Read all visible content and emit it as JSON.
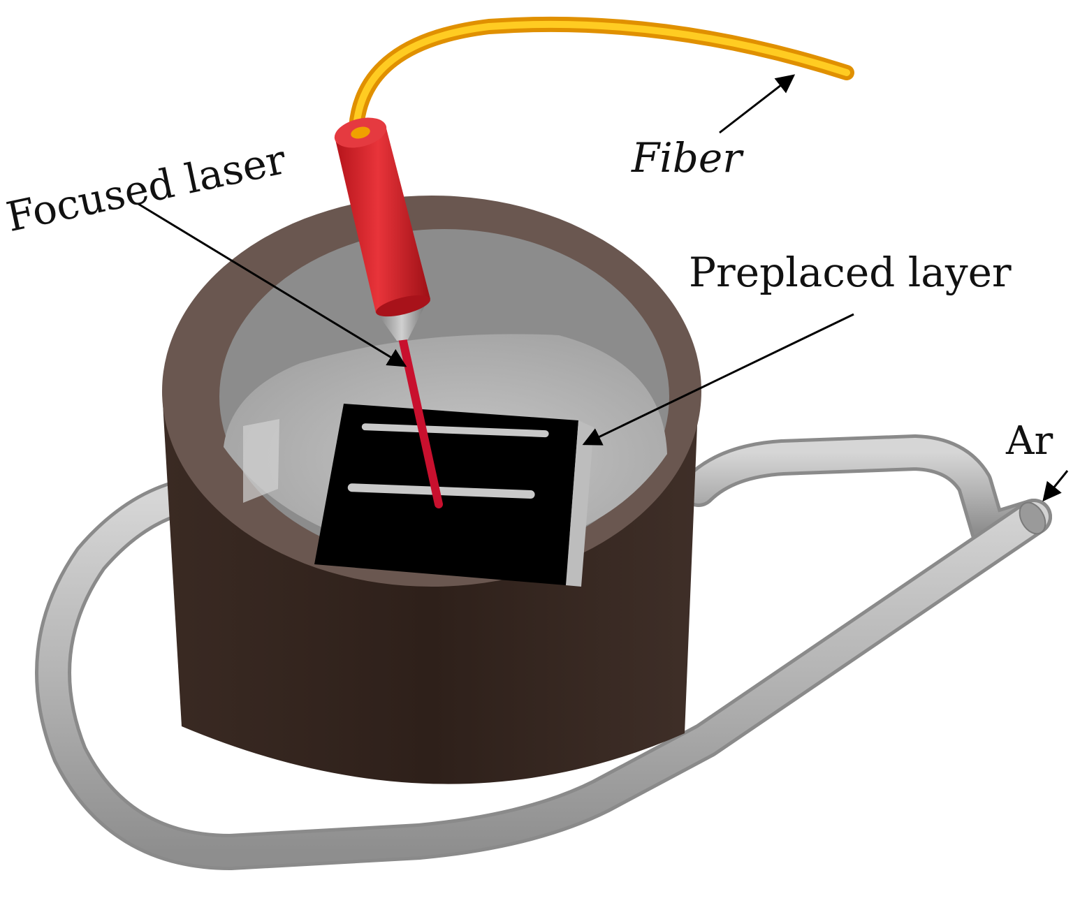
{
  "labels": {
    "fiber": "Fiber",
    "focused_laser": "Focused laser",
    "preplaced_layer": "Preplaced layer",
    "ar": "Ar"
  },
  "colors": {
    "background": "#ffffff",
    "chamber_body": "#33241e",
    "chamber_rim": "#6a5750",
    "chamber_inner_wall": "#8c8c8c",
    "chamber_floor": "#b9b9b9",
    "pipe": "#b2b2b2",
    "nozzle": "#d8242a",
    "fiber": "#f2a400",
    "laser_beam": "#c8102e",
    "substrate": "#000000",
    "track": "#c9c9c9",
    "text": "#111111"
  }
}
